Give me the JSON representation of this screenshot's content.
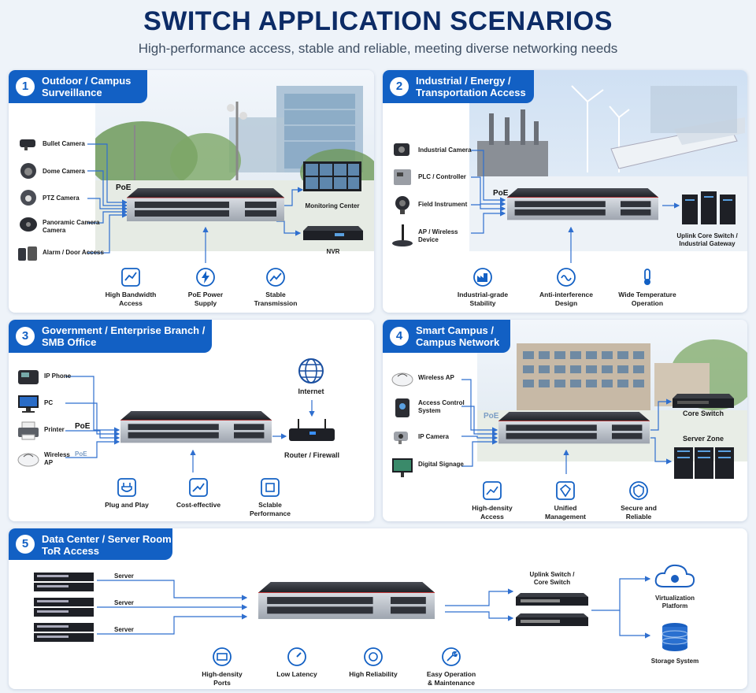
{
  "header": {
    "title": "SWITCH APPLICATION SCENARIOS",
    "subtitle": "High-performance access, stable and reliable, meeting diverse networking needs"
  },
  "colors": {
    "accent": "#1260c4",
    "title": "#0c2b66",
    "line": "#2f6fcf"
  },
  "panels": [
    {
      "num": "1",
      "title": "Outdoor / Campus",
      "title2": "Surveillance",
      "poe": "PoE",
      "devices": [
        "Bullet Camera",
        "Dome Camera",
        "PTZ Camera",
        "Panoramic Camera",
        "Alarm / Door Access"
      ],
      "device_line2": "Camera",
      "outputs": [
        "Monitoring Center",
        "NVR"
      ],
      "features": [
        {
          "t1": "High Bandwidth",
          "t2": "Access",
          "icon": "bandwidth-icon"
        },
        {
          "t1": "PoE Power",
          "t2": "Supply",
          "icon": "lightning-icon"
        },
        {
          "t1": "Stable",
          "t2": "Transmission",
          "icon": "trend-icon"
        }
      ]
    },
    {
      "num": "2",
      "title": "Industrial / Energy /",
      "title2": "Transportation Access",
      "poe": "PoE",
      "devices": [
        "Industrial Camera",
        "PLC / Controller",
        "Field Instrument",
        "AP / Wireless"
      ],
      "device_line2": "Device",
      "outputs": [
        "Uplink Core Switch /",
        "Industrial Gateway"
      ],
      "features": [
        {
          "t1": "Industrial-grade",
          "t2": "Stability",
          "icon": "factory-icon"
        },
        {
          "t1": "Anti-interference",
          "t2": "Design",
          "icon": "shield-wave-icon"
        },
        {
          "t1": "Wide Temperature",
          "t2": "Operation",
          "icon": "thermometer-icon"
        }
      ]
    },
    {
      "num": "3",
      "title": "Government / Enterprise Branch /",
      "title2": "SMB Office",
      "poe": "PoE",
      "poe2": "PoE",
      "devices": [
        "IP Phone",
        "PC",
        "Printer",
        "Wireless",
        "AP"
      ],
      "outputs": [
        "Internet",
        "Router / Firewall"
      ],
      "features": [
        {
          "t1": "Plug and Play",
          "t2": "",
          "icon": "plug-icon"
        },
        {
          "t1": "Cost-effective",
          "t2": "",
          "icon": "cost-icon"
        },
        {
          "t1": "Sclable",
          "t2": "Performance",
          "icon": "scale-icon"
        }
      ]
    },
    {
      "num": "4",
      "title": "Smart Campus /",
      "title2": "Campus Network",
      "poe": "PoE",
      "devices": [
        "Wireless AP",
        "Access Control",
        "IP Camera",
        "Digital Signage"
      ],
      "device_line2": "System",
      "device_line3": "Signage",
      "outputs": [
        "Core Switch",
        "Server Zone"
      ],
      "features": [
        {
          "t1": "High-density",
          "t2": "Access",
          "icon": "grid-icon"
        },
        {
          "t1": "Unified",
          "t2": "Management",
          "icon": "manage-icon"
        },
        {
          "t1": "Secure and",
          "t2": "Reliable",
          "icon": "secure-icon"
        }
      ]
    },
    {
      "num": "5",
      "title": "Data Center / Server Room",
      "title2": "ToR Access",
      "devices": [
        "Server",
        "Server",
        "Server"
      ],
      "outputs": [
        "Uplink Switch /",
        "Core Switch",
        "Virtualization",
        "Platform",
        "Storage System"
      ],
      "features": [
        {
          "t1": "High-density",
          "t2": "Ports",
          "icon": "ports-icon"
        },
        {
          "t1": "Low Latency",
          "t2": "",
          "icon": "gauge-icon"
        },
        {
          "t1": "High Reliability",
          "t2": "",
          "icon": "reliability-icon"
        },
        {
          "t1": "Easy Operation",
          "t2": "& Maintenance",
          "icon": "wrench-icon"
        }
      ]
    }
  ]
}
